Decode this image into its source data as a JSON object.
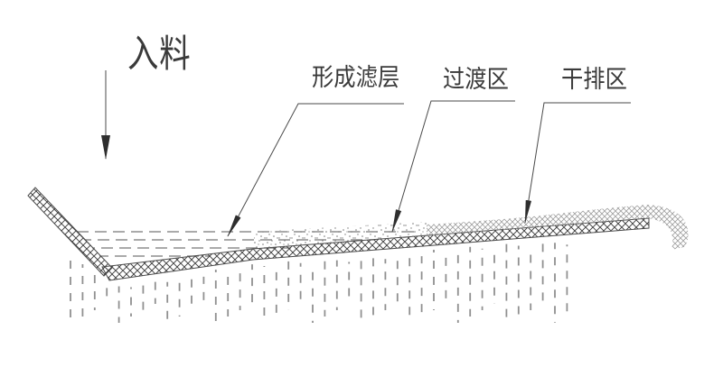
{
  "diagram": {
    "type": "dewatering-screen-process-diagram",
    "labels": {
      "feed": "入料",
      "filter_layer": "形成滤层",
      "transition_zone": "过渡区",
      "dry_discharge_zone": "干排区"
    },
    "colors": {
      "background": "#ffffff",
      "line": "#4a4a4a",
      "arrow_fill": "#2e2e2e",
      "hatch": "#3d3d3d",
      "cake_texture": "#9b9b9b",
      "stipple_dots": "#777777",
      "water_dash": "#787878",
      "drain_dash": "#909090",
      "text": "#3a3a3a"
    }
  }
}
